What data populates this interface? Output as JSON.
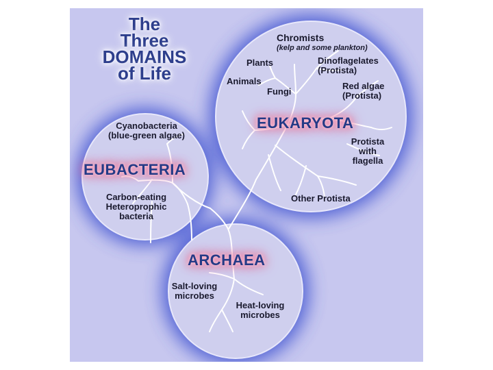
{
  "title": {
    "line1": "The",
    "line2": "Three",
    "line3": "DOMAINS",
    "line4": "of Life"
  },
  "eukaryota": {
    "domain_label": "EUKARYOTA",
    "chromists": "Chromists",
    "chromists_note": "(kelp and some plankton)",
    "plants": "Plants",
    "dinoflagelates": "Dinoflagelates",
    "dinoflagelates_group": "(Protista)",
    "animals": "Animals",
    "fungi": "Fungi",
    "red_algae": "Red algae",
    "red_algae_group": "(Protista)",
    "protista_flagella_1": "Protista",
    "protista_flagella_2": "with",
    "protista_flagella_3": "flagella",
    "other_protista": "Other Protista"
  },
  "eubacteria": {
    "domain_label": "EUBACTERIA",
    "cyanobacteria": "Cyanobacteria",
    "cyanobacteria_note": "(blue-green algae)",
    "carbon_1": "Carbon-eating",
    "carbon_2": "Heteroprophic",
    "carbon_3": "bacteria"
  },
  "archaea": {
    "domain_label": "ARCHAEA",
    "salt_1": "Salt-loving",
    "salt_2": "microbes",
    "heat_1": "Heat-loving",
    "heat_2": "microbes"
  },
  "colors": {
    "background": "#c7c7ef",
    "circle_fill": "#cfcfee",
    "circle_glow": "#3b4fd0",
    "branch": "#ffffff",
    "domain_text": "#243a86",
    "domain_glow": "#e45b84"
  }
}
